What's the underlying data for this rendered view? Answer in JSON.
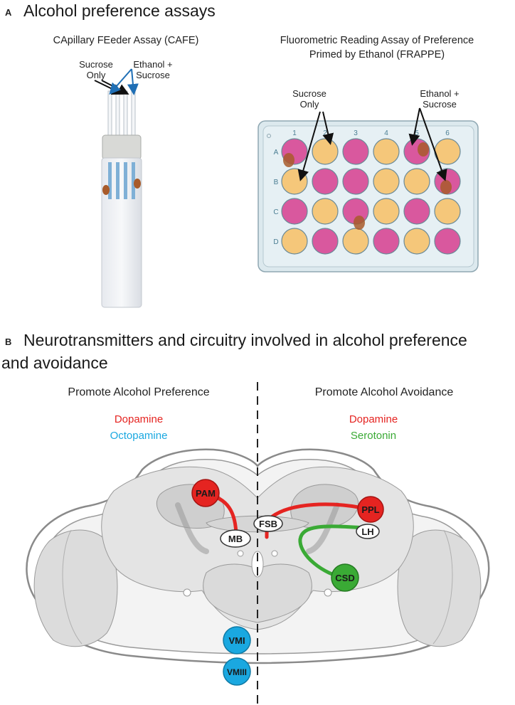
{
  "panelA": {
    "letter": "A",
    "title": "Alcohol preference assays",
    "cafe": {
      "title": "CApillary FEeder Assay (CAFE)",
      "label_sucrose": "Sucrose\nOnly",
      "label_ethanol": "Ethanol +\nSucrose"
    },
    "frappe": {
      "title_line1": "Fluorometric Reading Assay of Preference",
      "title_line2": "Primed by Ethanol (FRAPPE)",
      "label_sucrose": "Sucrose\nOnly",
      "label_ethanol": "Ethanol +\nSucrose",
      "columns": [
        "1",
        "2",
        "3",
        "4",
        "5",
        "6"
      ],
      "rows": [
        "A",
        "B",
        "C",
        "D"
      ],
      "wells": [
        [
          "pink",
          "yellow",
          "pink",
          "yellow",
          "pink",
          "yellow"
        ],
        [
          "yellow",
          "pink",
          "pink",
          "yellow",
          "yellow",
          "pink"
        ],
        [
          "pink",
          "yellow",
          "pink",
          "yellow",
          "pink",
          "yellow"
        ],
        [
          "yellow",
          "pink",
          "yellow",
          "pink",
          "yellow",
          "pink"
        ]
      ],
      "colors": {
        "pink": "#d9589e",
        "yellow": "#f5c77a",
        "plate": "#dce9ee"
      }
    }
  },
  "panelB": {
    "letter": "B",
    "title_line1": "Neurotransmitters and circuitry involved in alcohol preference",
    "title_line2": "and avoidance",
    "left": {
      "header": "Promote Alcohol Preference",
      "nt1": "Dopamine",
      "nt2": "Octopamine"
    },
    "right": {
      "header": "Promote Alcohol Avoidance",
      "nt1": "Dopamine",
      "nt2": "Serotonin"
    },
    "colors": {
      "dopamine": "#e52421",
      "octopamine": "#1aa8e0",
      "serotonin": "#3aaa35"
    },
    "nodes": {
      "pam": "PAM",
      "mb": "MB",
      "fsb": "FSB",
      "ppl": "PPL",
      "lh": "LH",
      "csd": "CSD",
      "vmi": "VMI",
      "vmiii": "VMIII"
    }
  }
}
